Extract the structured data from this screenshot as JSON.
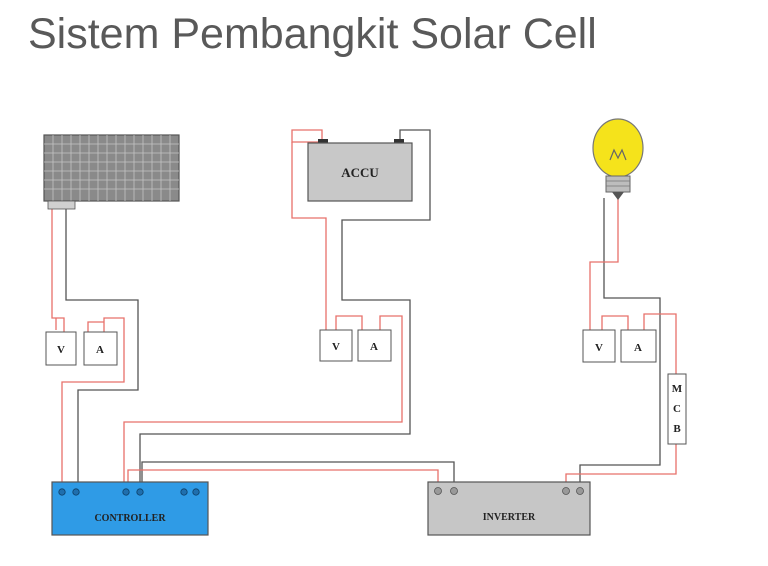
{
  "title": "Sistem Pembangkit Solar Cell",
  "labels": {
    "accu": "ACCU",
    "controller": "CONTROLLER",
    "inverter": "INVERTER",
    "voltmeter": "V",
    "ammeter": "A",
    "mcb_m": "M",
    "mcb_c": "C",
    "mcb_b": "B"
  },
  "colors": {
    "wire_red": "#e8706a",
    "wire_black": "#555555",
    "controller_fill": "#2f9be6",
    "accu_fill": "#c8c8c8",
    "inverter_fill": "#c6c6c6",
    "panel_cells": "#8a8a8a",
    "bulb": "#f5e31b"
  }
}
